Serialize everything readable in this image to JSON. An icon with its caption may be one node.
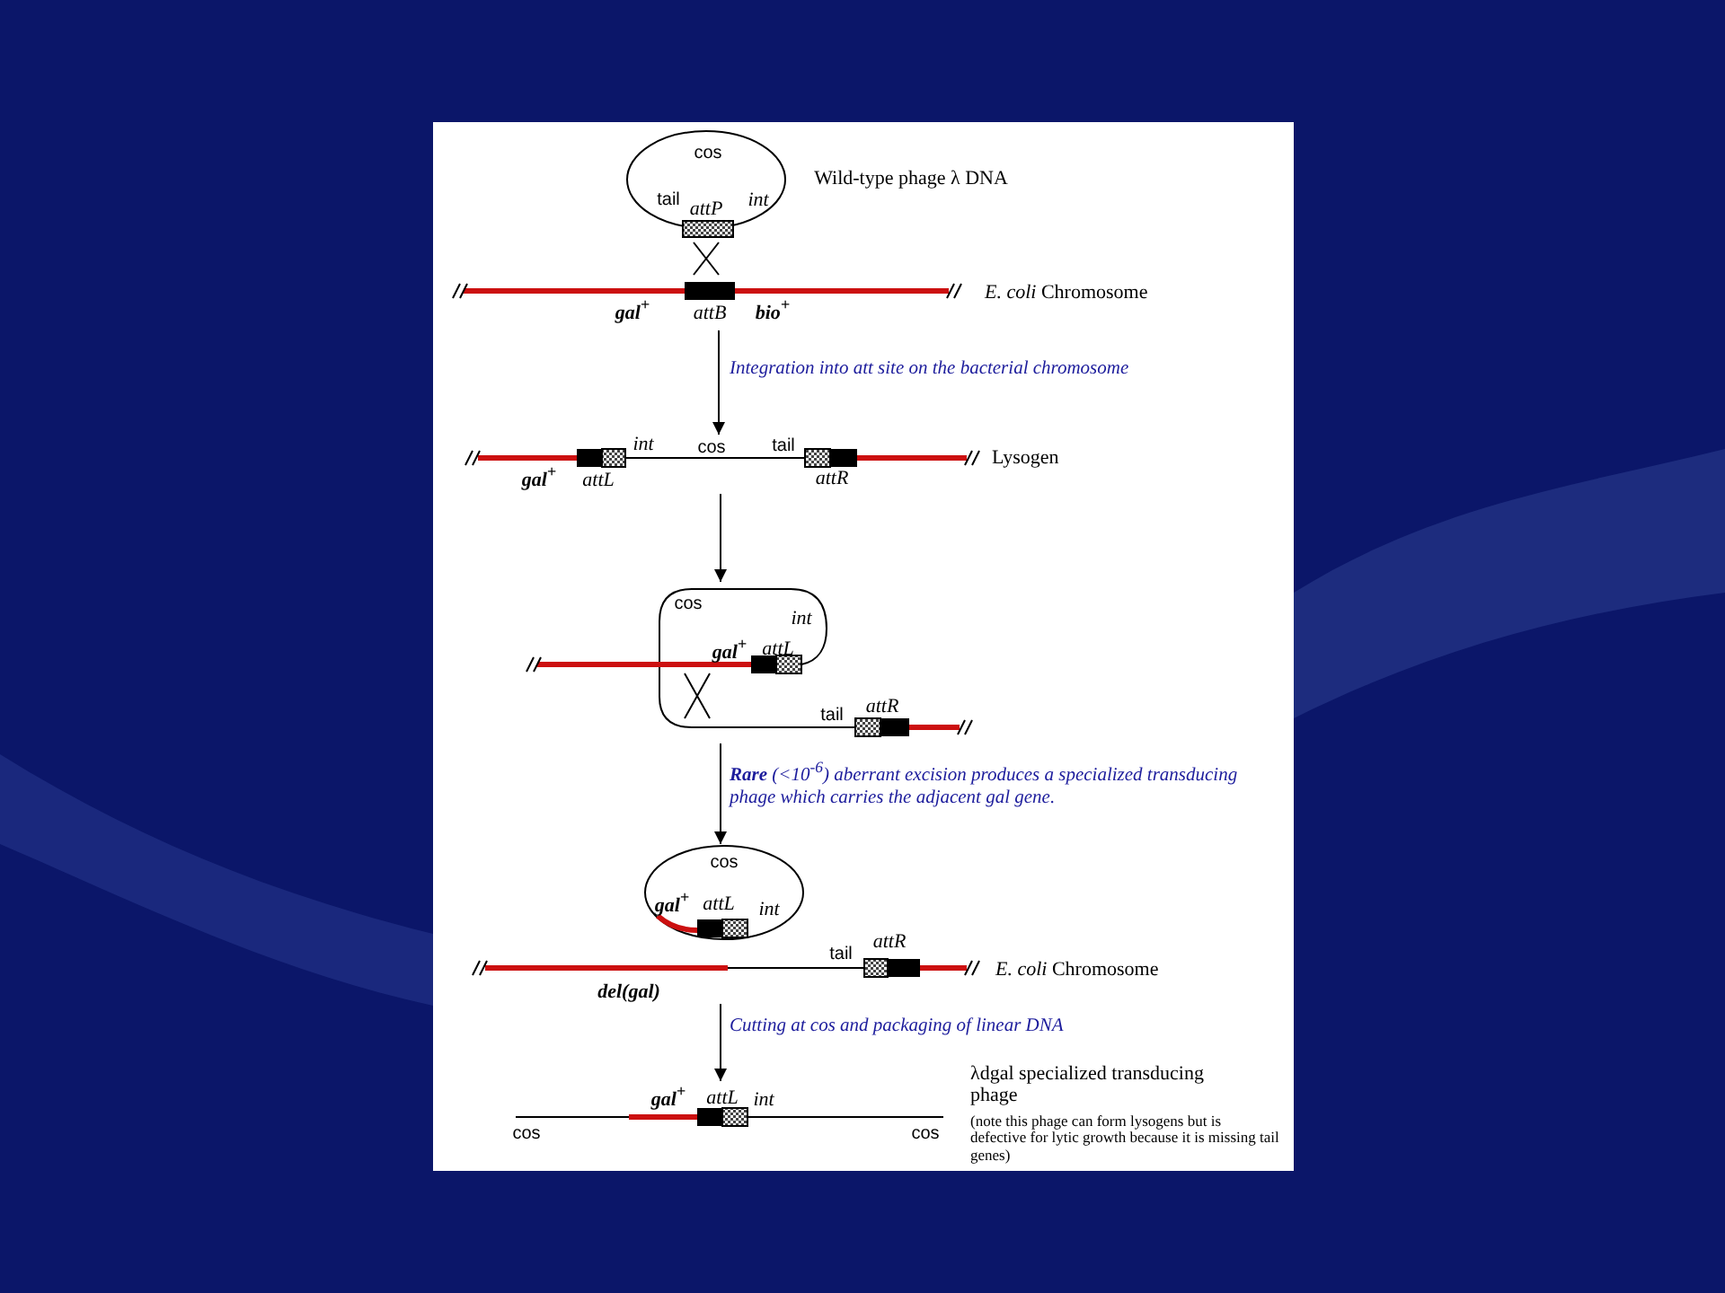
{
  "diagram": {
    "nodes": [
      {
        "text": [
          "cos",
          "tail",
          "attP",
          "int",
          "gal$^{+}$",
          "attB",
          "bio$^{+}$",
          "Wild-type phage λ DNA"
        ],
        "beside": [
          "*E. coli* Chromosome"
        ]
      },
      {
        "text": [
          "int",
          "cos",
          "tail",
          "gal$^{+}$",
          "attL",
          "attR"
        ],
        "beside": [
          "Lysogen"
        ]
      },
      {
        "text": [
          "cos",
          "int",
          "gal$^{+}$",
          "attL",
          "tail",
          "attR"
        ]
      },
      {
        "text": [
          "cos",
          "gal$^{+}$",
          "attL",
          "int",
          "tail",
          "attR",
          "del(gal)"
        ],
        "beside": [
          "*E. coli* Chromosome"
        ]
      },
      {
        "text": [
          "gal$^{+}$",
          "attL",
          "int",
          "cos",
          "cos"
        ],
        "beside": [
          "λdgal specialized transducing phage",
          "(note this phage can form lysogens but is defective for lytic growth because it is missing tail genes)"
        ]
      }
    ],
    "edges": [
      {
        "from": 0,
        "to": 1,
        "arrow": "to",
        "label": "Integration into att site on the bacterial chromosome"
      },
      {
        "from": 1,
        "to": 2,
        "arrow": "to"
      },
      {
        "from": 2,
        "to": 3,
        "arrow": "to",
        "label": "**Rare** (<10$^{-6}$) aberrant excision produces a specialized transducing phage which carries the adjacent gal gene."
      },
      {
        "from": 3,
        "to": 4,
        "arrow": "to",
        "label": "Cutting at cos and packaging of linear DNA"
      }
    ]
  }
}
